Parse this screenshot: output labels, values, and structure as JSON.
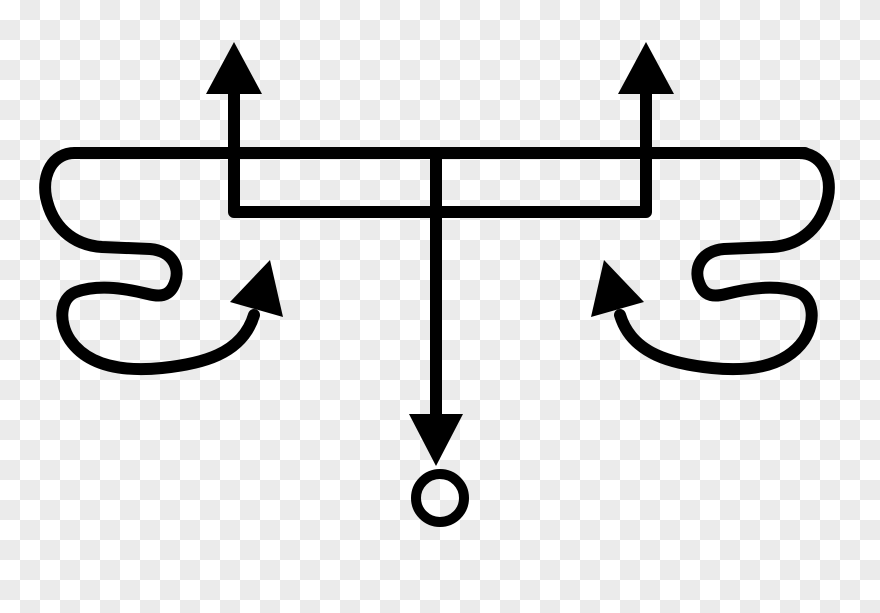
{
  "symbol": {
    "stroke_color": "#000000",
    "background": "transparency-checkerboard",
    "checker_colors": [
      "#ffffff",
      "#ebebeb"
    ],
    "parts": [
      "left-curl-arrow",
      "right-curl-arrow",
      "top-bar",
      "central-rectangle",
      "left-up-arrow",
      "right-up-arrow",
      "center-down-arrow",
      "bottom-circle"
    ]
  }
}
